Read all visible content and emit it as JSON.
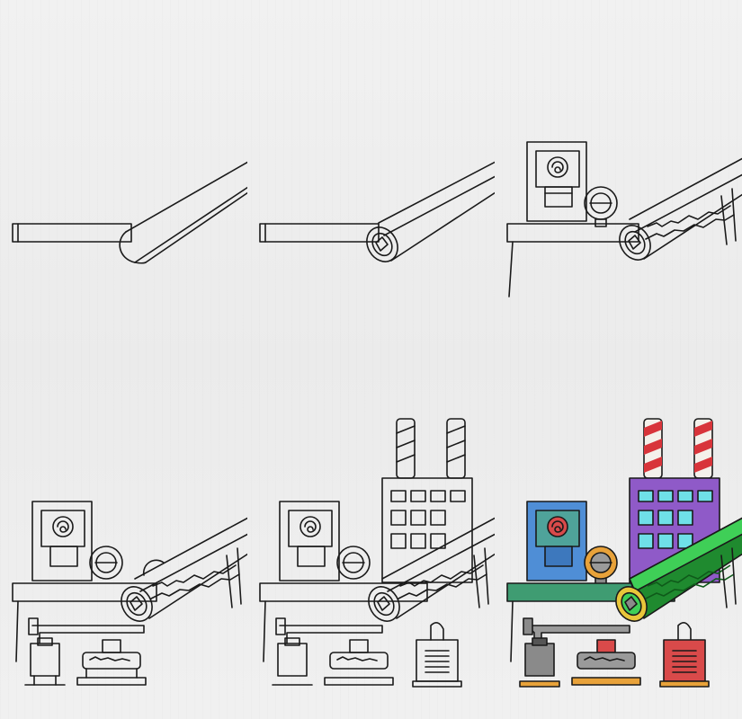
{
  "palette": {
    "ink": "#1a1a1a",
    "paper": "#eeeeee",
    "belt_green": "#3fcf57",
    "belt_dark": "#1f8a2f",
    "platform_green": "#3f9c72",
    "factory_purple": "#8f5ac8",
    "window_cyan": "#6fe0e8",
    "chimney_red": "#d8343a",
    "machine_blue": "#4f8ed6",
    "cabinet_teal": "#4fa39a",
    "gear_orange": "#e8a23a",
    "roller_yellow": "#e8c63a",
    "grey": "#8a8a8a",
    "unit_red": "#d94a4a"
  },
  "panels": [
    {
      "step": 1,
      "parts": [
        "platform",
        "conveyor-belt"
      ],
      "colored": false
    },
    {
      "step": 2,
      "parts": [
        "platform",
        "conveyor-belt",
        "roller"
      ],
      "colored": false
    },
    {
      "step": 3,
      "parts": [
        "platform",
        "conveyor-belt",
        "roller",
        "machine",
        "gear"
      ],
      "colored": false
    },
    {
      "step": 4,
      "parts": [
        "platform",
        "conveyor-belt",
        "roller",
        "machine",
        "gear",
        "pipe",
        "press",
        "tray"
      ],
      "colored": false
    },
    {
      "step": 5,
      "parts": [
        "platform",
        "conveyor-belt",
        "roller",
        "machine",
        "gear",
        "pipe",
        "press",
        "tray",
        "factory",
        "generator"
      ],
      "colored": false
    },
    {
      "step": 6,
      "parts": [
        "platform",
        "conveyor-belt",
        "roller",
        "machine",
        "gear",
        "pipe",
        "press",
        "tray",
        "factory",
        "generator"
      ],
      "colored": true
    }
  ]
}
